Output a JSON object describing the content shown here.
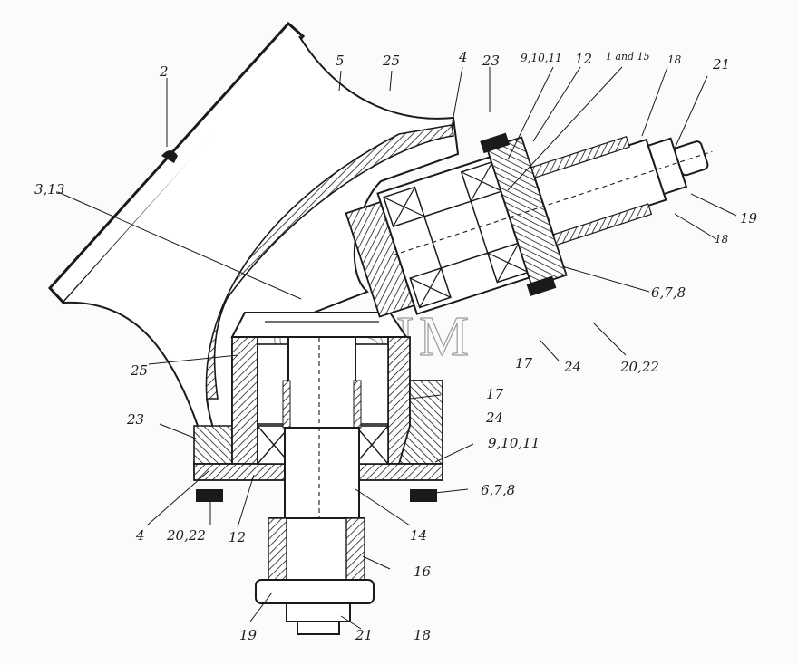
{
  "watermark": "CESJM",
  "callouts": {
    "c2": "2",
    "c5": "5",
    "c25_top": "25",
    "c4_top": "4",
    "c23_top": "23",
    "c9_10_11_top": "9,10,11",
    "c12_top": "12",
    "c1_15": "1 and 15",
    "c18_top": "18",
    "c21_top": "21",
    "c19_right": "19",
    "c18_right": "18",
    "c3_13": "3,13",
    "c6_7_8_right": "6,7,8",
    "c17_mid": "17",
    "c24_mid": "24",
    "c20_22_right": "20,22",
    "c25_left": "25",
    "c17_lower": "17",
    "c24_lower": "24",
    "c23_left": "23",
    "c9_10_11_lower": "9,10,11",
    "c6_7_8_lower": "6,7,8",
    "c4_bottom": "4",
    "c20_22_bottom": "20,22",
    "c12_bottom": "12",
    "c14": "14",
    "c16": "16",
    "c19_bottom": "19",
    "c21_bottom": "21",
    "c18_bottom": "18"
  }
}
